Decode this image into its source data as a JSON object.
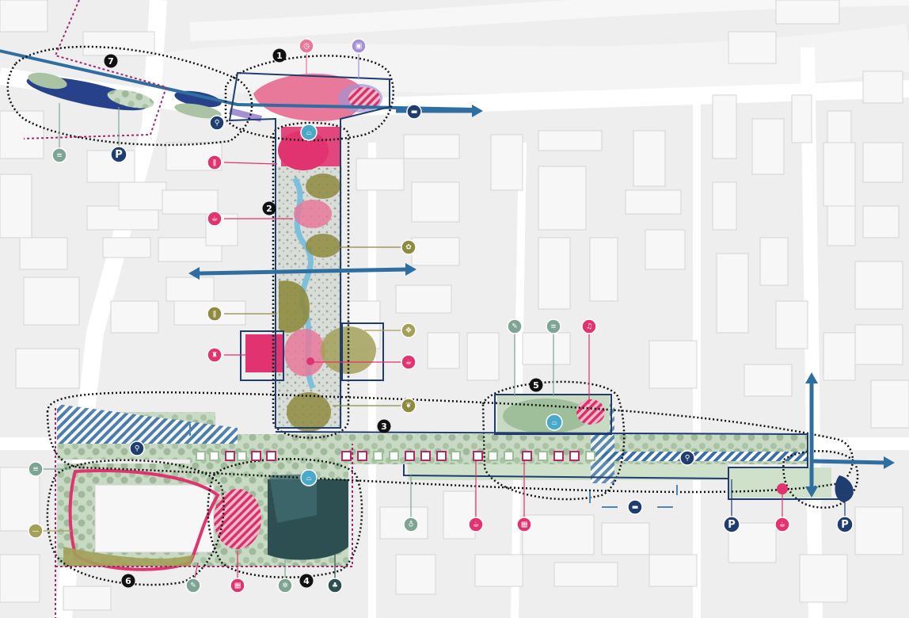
{
  "map": {
    "zone_labels": [
      "1",
      "2",
      "3",
      "4",
      "5",
      "6",
      "7"
    ],
    "parking_label": "P",
    "colors": {
      "background": "#eeeeee",
      "building": "#f7f7f7",
      "building_edge": "#d4d4d4",
      "road": "#ffffff",
      "green": "#b9cfb5",
      "olive": "#8e8b3f",
      "pink": "#e0336f",
      "pink_light": "#e8799a",
      "navy": "#1f3d6e",
      "blue": "#2f6ea1",
      "teal_blue": "#4aa8c8",
      "magenta_dotted": "#a3296f",
      "dark_teal": "#2e4f52",
      "sage": "#7ea493",
      "purple": "#a590d3",
      "khaki": "#a3a05a"
    },
    "icons": [
      {
        "name": "clock-icon",
        "color": "pink_light"
      },
      {
        "name": "bus-icon",
        "color": "purple"
      },
      {
        "name": "car-icon",
        "color": "navy"
      },
      {
        "name": "pedestrian-icon",
        "color": "navy"
      },
      {
        "name": "bench-icon",
        "color": "sage"
      },
      {
        "name": "parking-icon",
        "color": "navy"
      },
      {
        "name": "restaurant-icon",
        "color": "pink"
      },
      {
        "name": "cafe-icon",
        "color": "pink"
      },
      {
        "name": "playground-icon",
        "color": "olive"
      },
      {
        "name": "food-icon",
        "color": "olive"
      },
      {
        "name": "games-icon",
        "color": "khaki"
      },
      {
        "name": "monument-icon",
        "color": "pink"
      },
      {
        "name": "leaf-icon",
        "color": "olive"
      },
      {
        "name": "bridge-icon",
        "color": "teal_blue"
      },
      {
        "name": "music-icon",
        "color": "pink"
      },
      {
        "name": "art-icon",
        "color": "sage"
      },
      {
        "name": "tree-icon",
        "color": "dark_teal"
      },
      {
        "name": "market-icon",
        "color": "pink"
      },
      {
        "name": "fitness-icon",
        "color": "khaki"
      },
      {
        "name": "toilet-icon",
        "color": "sage"
      }
    ]
  }
}
